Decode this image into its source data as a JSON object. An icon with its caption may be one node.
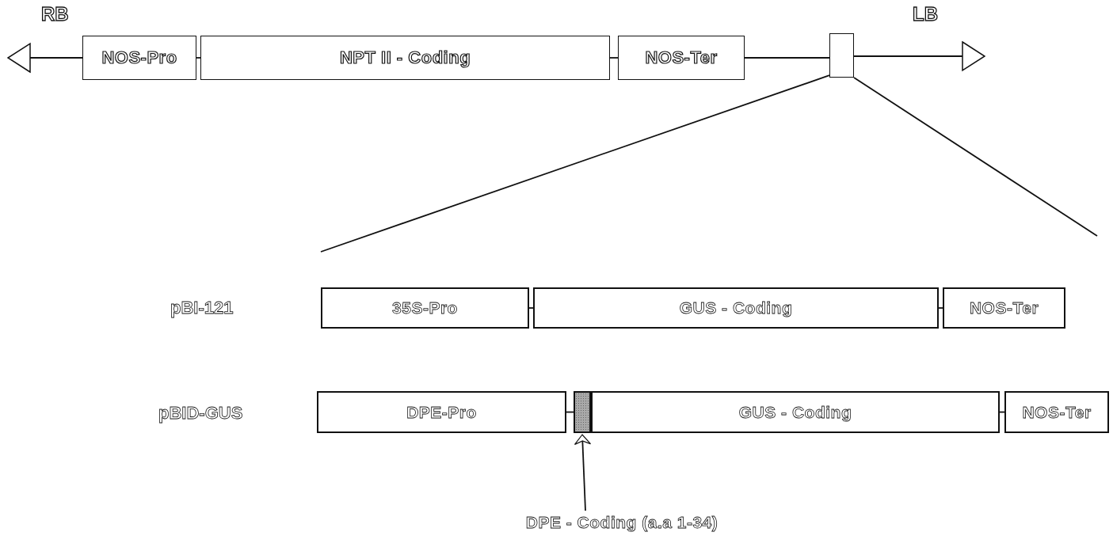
{
  "diagram": {
    "nodes": [
      {
        "text": [
          "NOS-Pro"
        ]
      },
      {
        "text": [
          "NPT II - Coding"
        ]
      },
      {
        "text": [
          "NOS-Ter"
        ]
      },
      {
        "text": [],
        "shape": "box"
      },
      {
        "text": [
          "35S-Pro"
        ]
      },
      {
        "text": [
          "GUS - Coding"
        ]
      },
      {
        "text": [
          "NOS-Ter"
        ]
      },
      {
        "text": [
          "DPE-Pro"
        ]
      },
      {
        "text": [],
        "shape": "box"
      },
      {
        "text": [
          "GUS - Coding"
        ]
      },
      {
        "text": [
          "NOS-Ter"
        ]
      },
      {
        "text": [
          "DPE - Coding (a.a 1-34)"
        ]
      }
    ],
    "edges": [
      {
        "from": 0,
        "to": null,
        "arrow": "to"
      },
      {
        "from": 0,
        "to": 1,
        "arrow": "none"
      },
      {
        "from": 1,
        "to": 2,
        "arrow": "none"
      },
      {
        "from": 2,
        "to": 3,
        "arrow": "none"
      },
      {
        "from": 3,
        "to": null,
        "arrow": "to"
      },
      {
        "from": 3,
        "to": null,
        "arrow": "none"
      },
      {
        "from": 3,
        "to": null,
        "arrow": "none"
      },
      {
        "from": 4,
        "to": 5,
        "arrow": "none"
      },
      {
        "from": 5,
        "to": 6,
        "arrow": "none"
      },
      {
        "from": 7,
        "to": 8,
        "arrow": "none"
      },
      {
        "from": 9,
        "to": 10,
        "arrow": "none"
      },
      {
        "from": 11,
        "to": 8,
        "arrow": "to"
      }
    ],
    "labels": [
      "RB",
      "LB",
      "pBI-121",
      "pBID-GUS"
    ]
  }
}
